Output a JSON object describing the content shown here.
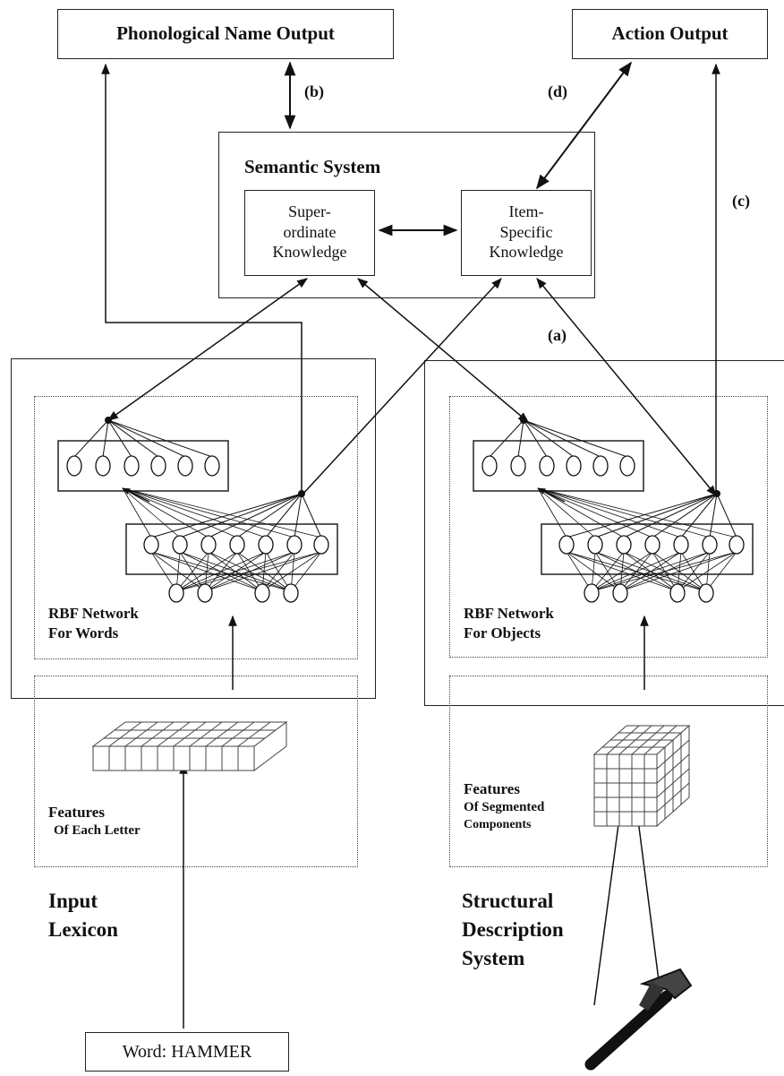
{
  "nodes": {
    "phonological_output": "Phonological Name Output",
    "action_output": "Action Output",
    "semantic_system": "Semantic System",
    "superordinate": [
      "Super-",
      "ordinate",
      "Knowledge"
    ],
    "item_specific": [
      "Item-",
      "Specific",
      "Knowledge"
    ],
    "input_lexicon": [
      "Input",
      "Lexicon"
    ],
    "structural_description": [
      "Structural",
      "Description",
      "System"
    ],
    "rbf_words": [
      "RBF Network",
      "For Words"
    ],
    "rbf_objects": [
      "RBF Network",
      "For Objects"
    ],
    "features_letter": [
      "Features",
      "Of Each Letter"
    ],
    "features_components": [
      "Features",
      "Of Segmented",
      "Components"
    ],
    "word_input": "Word: HAMMER"
  },
  "route_labels": {
    "a": "(a)",
    "b": "(b)",
    "c": "(c)",
    "d": "(d)"
  },
  "icons": {
    "object_input": "hammer-icon"
  }
}
